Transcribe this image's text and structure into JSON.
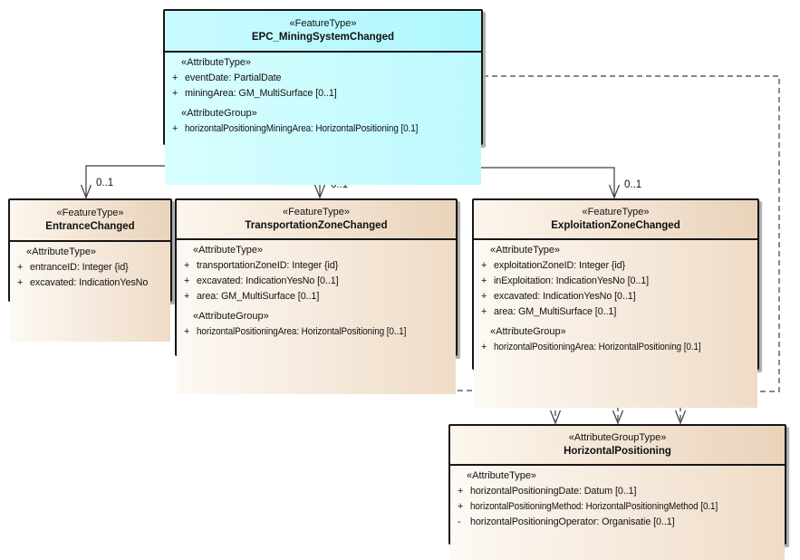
{
  "classes": {
    "epc": {
      "stereotype": "«FeatureType»",
      "name": "EPC_MiningSystemChanged",
      "rows": [
        {
          "text": "«AttributeType»"
        },
        {
          "sign": "+",
          "text": "eventDate: PartialDate"
        },
        {
          "sign": "+",
          "text": "miningArea: GM_MultiSurface [0..1]"
        },
        {
          "text": "«AttributeGroup»"
        },
        {
          "sign": "+",
          "text": "horizontalPositioningMiningArea: HorizontalPositioning [0.1]"
        }
      ]
    },
    "entrance": {
      "stereotype": "«FeatureType»",
      "name": "EntranceChanged",
      "rows": [
        {
          "text": "«AttributeType»"
        },
        {
          "sign": "+",
          "text": "entranceID: Integer {id}"
        },
        {
          "sign": "+",
          "text": "excavated: IndicationYesNo"
        }
      ]
    },
    "transportation": {
      "stereotype": "«FeatureType»",
      "name": "TransportationZoneChanged",
      "rows": [
        {
          "text": "«AttributeType»"
        },
        {
          "sign": "+",
          "text": "transportationZoneID: Integer {id}"
        },
        {
          "sign": "+",
          "text": "excavated: IndicationYesNo [0..1]"
        },
        {
          "sign": "+",
          "text": "area: GM_MultiSurface [0..1]"
        },
        {
          "text": "«AttributeGroup»"
        },
        {
          "sign": "+",
          "text": "horizontalPositioningArea: HorizontalPositioning [0..1]"
        }
      ]
    },
    "exploitation": {
      "stereotype": "«FeatureType»",
      "name": "ExploitationZoneChanged",
      "rows": [
        {
          "text": "«AttributeType»"
        },
        {
          "sign": "+",
          "text": "exploitationZoneID: Integer {id}"
        },
        {
          "sign": "+",
          "text": "inExploitation: IndicationYesNo [0..1]"
        },
        {
          "sign": "+",
          "text": "excavated: IndicationYesNo [0..1]"
        },
        {
          "sign": "+",
          "text": "area: GM_MultiSurface [0..1]"
        },
        {
          "text": "«AttributeGroup»"
        },
        {
          "sign": "+",
          "text": "horizontalPositioningArea: HorizontalPositioning [0.1]"
        }
      ]
    },
    "horizontal": {
      "stereotype": "«AttributeGroupType»",
      "name": "HorizontalPositioning",
      "rows": [
        {
          "text": "«AttributeType»"
        },
        {
          "sign": "+",
          "text": "horizontalPositioningDate: Datum [0..1]"
        },
        {
          "sign": "+",
          "text": "horizontalPositioningMethod: HorizontalPositioningMethod [0.1]"
        },
        {
          "sign": "-",
          "text": "horizontalPositioningOperator: Organisatie [0..1]"
        }
      ]
    }
  },
  "connectors": {
    "entrance": {
      "mult": "0..1"
    },
    "transportation": {
      "mult": "0..1"
    },
    "exploitation": {
      "mult": "0..1"
    }
  },
  "colors": {
    "feature_fill": "#bdf9fe",
    "attribute_fill": "#efdcc7",
    "line": "#3d3d3d"
  }
}
